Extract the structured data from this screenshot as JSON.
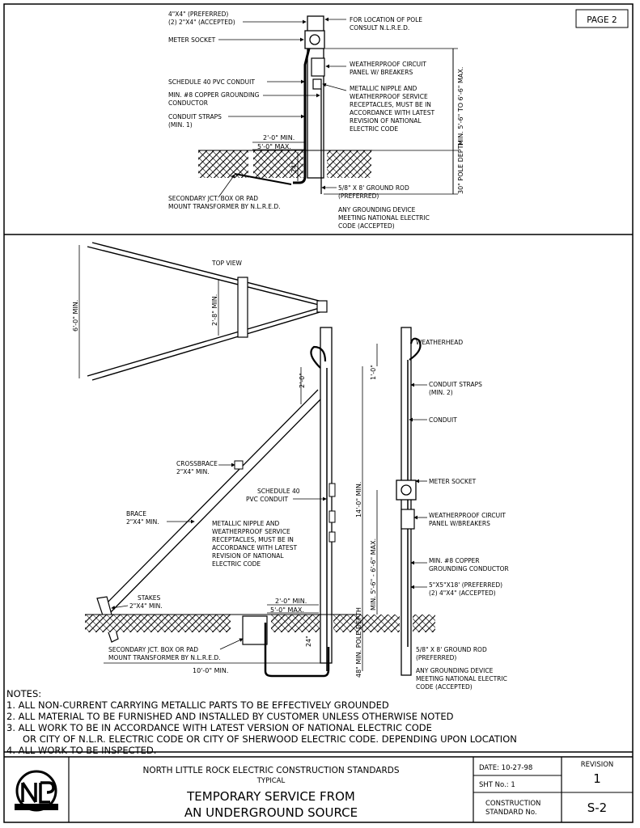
{
  "page_label": "PAGE 2",
  "top_detail": {
    "pole_size_preferred": "4\"X4\" (PREFERRED)",
    "pole_size_accepted": "(2) 2\"X4\" (ACCEPTED)",
    "meter_socket": "METER SOCKET",
    "pvc_conduit": "SCHEDULE 40 PVC CONDUIT",
    "grounding_1": "MIN. #8 COPPER GROUNDING",
    "grounding_2": "CONDUCTOR",
    "straps_1": "CONDUIT STRAPS",
    "straps_2": "(MIN. 1)",
    "pole_location_1": "FOR LOCATION OF POLE",
    "pole_location_2": "CONSULT N.L.R.E.D.",
    "panel_1": "WEATHERPROOF CIRCUIT",
    "panel_2": "PANEL W/ BREAKERS",
    "nipple_1": "METALLIC NIPPLE AND",
    "nipple_2": "WEATHERPROOF SERVICE",
    "nipple_3": "RECEPTACLES, MUST BE IN",
    "nipple_4": "ACCORDANCE WITH LATEST",
    "nipple_5": "REVISION OF NATIONAL",
    "nipple_6": "ELECTRIC CODE",
    "height_dim": "MIN. 5'-6\" TO 6'-6\" MAX.",
    "dist_min": "2'-0\" MIN.",
    "dist_max": "5'-0\" MAX.",
    "depth_24": "24\"",
    "pole_depth": "30\" POLE DEPTH",
    "transformer_1": "SECONDARY JCT. BOX OR PAD",
    "transformer_2": "MOUNT TRANSFORMER BY N.L.R.E.D.",
    "rod_1": "5/8\" X 8' GROUND ROD",
    "rod_2": "(PREFERRED)",
    "device_1": "ANY GROUNDING DEVICE",
    "device_2": "MEETING NATIONAL ELECTRIC",
    "device_3": "CODE (ACCEPTED)"
  },
  "bottom_detail": {
    "top_view": "TOP VIEW",
    "width_6": "6'-0\" MIN.",
    "width_28": "2'-8\" MIN.",
    "crossbrace_1": "CROSSBRACE",
    "crossbrace_2": "2\"X4\" MIN.",
    "brace_1": "BRACE",
    "brace_2": "2\"X4\" MIN.",
    "stakes_1": "STAKES",
    "stakes_2": "2\"X4\" MIN.",
    "dim_20": "2'-0\"",
    "pvc_1": "SCHEDULE 40",
    "pvc_2": "PVC CONDUIT",
    "nipple_1": "METALLIC NIPPLE AND",
    "nipple_2": "WEATHERPROOF SERVICE",
    "nipple_3": "RECEPTACLES, MUST BE IN",
    "nipple_4": "ACCORDANCE WITH LATEST",
    "nipple_5": "REVISION OF NATIONAL",
    "nipple_6": "ELECTRIC CODE",
    "dist_min": "2'-0\" MIN.",
    "dist_max": "5'-0\" MAX.",
    "depth_24": "24\"",
    "transformer_1": "SECONDARY JCT. BOX OR PAD",
    "transformer_2": "MOUNT TRANSFORMER BY N.L.R.E.D.",
    "base_dim": "10'-0\" MIN.",
    "height_14": "14'-0\" MIN.",
    "meter_height": "MIN. 5'-6\" - 6'-6\" MAX.",
    "depth_48": "48\" MIN. POLE DEPTH",
    "dim_10": "1'-0\"",
    "weatherhead": "WEATHERHEAD",
    "straps_1": "CONDUIT STRAPS",
    "straps_2": "(MIN. 2)",
    "conduit": "CONDUIT",
    "meter_socket": "METER SOCKET",
    "panel_1": "WEATHERPROOF CIRCUIT",
    "panel_2": "PANEL W/BREAKERS",
    "grounding_1": "MIN. #8 COPPER",
    "grounding_2": "GROUNDING CONDUCTOR",
    "post_1": "5\"X5\"X18' (PREFERRED)",
    "post_2": "(2) 4\"X4\" (ACCEPTED)",
    "rod_1": "5/8\" X 8' GROUND ROD",
    "rod_2": "(PREFERRED)",
    "device_1": "ANY GROUNDING DEVICE",
    "device_2": "MEETING NATIONAL ELECTRIC",
    "device_3": "CODE (ACCEPTED)"
  },
  "notes": {
    "heading": "NOTES:",
    "lines": [
      "1. ALL NON-CURRENT CARRYING METALLIC PARTS TO BE EFFECTIVELY GROUNDED",
      "2. ALL MATERIAL TO BE FURNISHED AND INSTALLED BY CUSTOMER UNLESS OTHERWISE NOTED",
      "3. ALL WORK TO BE IN ACCORDANCE WITH LATEST VERSION OF NATIONAL ELECTRIC CODE",
      "OR CITY OF N.L.R. ELECTRIC CODE OR CITY OF SHERWOOD ELECTRIC CODE. DEPENDING UPON LOCATION",
      "4. ALL WORK TO BE INSPECTED."
    ]
  },
  "title_block": {
    "org": "NORTH LITTLE ROCK ELECTRIC CONSTRUCTION STANDARDS",
    "typical": "TYPICAL",
    "title_1": "TEMPORARY SERVICE FROM",
    "title_2": "AN UNDERGROUND SOURCE",
    "date": "DATE: 10-27-98",
    "sheet": "SHT No.: 1",
    "std_1": "CONSTRUCTION",
    "std_2": "STANDARD No.",
    "revision_label": "REVISION",
    "revision": "1",
    "std_no": "S-2"
  }
}
